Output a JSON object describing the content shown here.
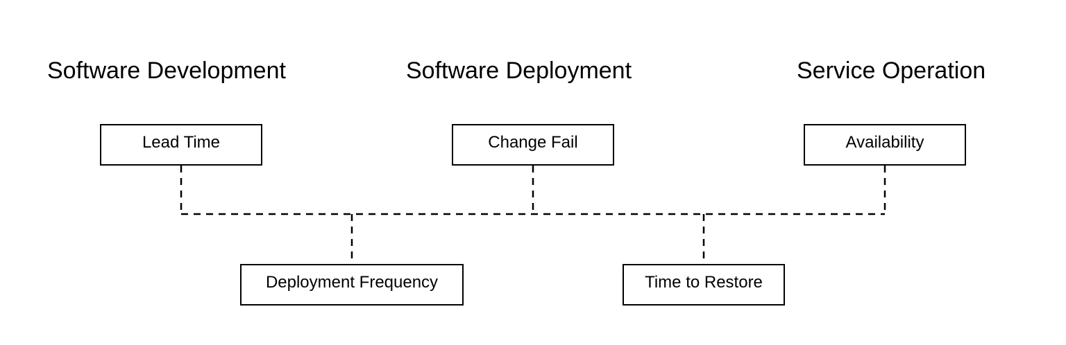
{
  "headings": {
    "development": "Software Development",
    "deployment": "Software Deployment",
    "operation": "Service Operation"
  },
  "metrics": {
    "lead_time": "Lead Time",
    "change_fail": "Change Fail",
    "availability": "Availability",
    "deployment_frequency": "Deployment Frequency",
    "time_to_restore": "Time to Restore"
  },
  "colors": {
    "stroke": "#000000",
    "background": "#ffffff"
  }
}
